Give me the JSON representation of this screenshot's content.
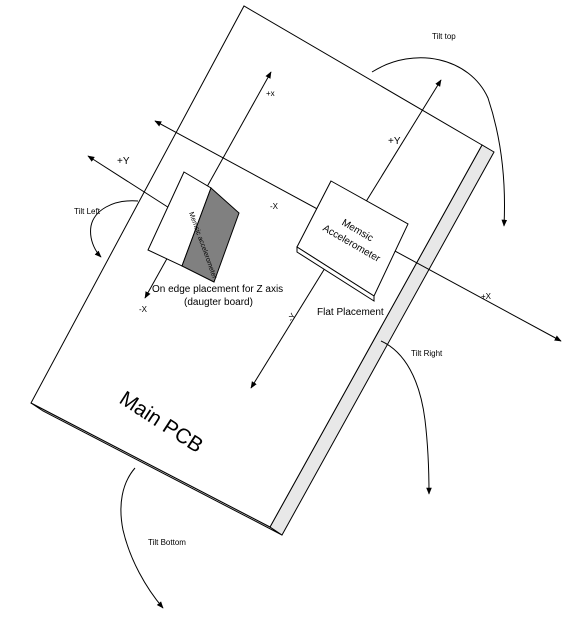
{
  "board": {
    "label": "Main PCB"
  },
  "edge_sensor": {
    "chip_label": "Memsic accelerometer",
    "caption_line1": "On edge placement for Z axis",
    "caption_line2": "(daugter board)",
    "axis_plus_y": "+Y",
    "axis_minus_x": "-X",
    "tilt": "Tilt Left"
  },
  "flat_sensor": {
    "chip_label_line1": "Memsic",
    "chip_label_line2": "Accelerometer",
    "caption": "Flat Placement",
    "axis_plus_x_top": "+x",
    "axis_plus_y": "+Y",
    "axis_minus_x": "-X",
    "axis_plus_x_right": "+X",
    "axis_minus_y": "-Y"
  },
  "tilts": {
    "top": "Tilt top",
    "right": "Tilt Right",
    "bottom": "Tilt Bottom"
  }
}
